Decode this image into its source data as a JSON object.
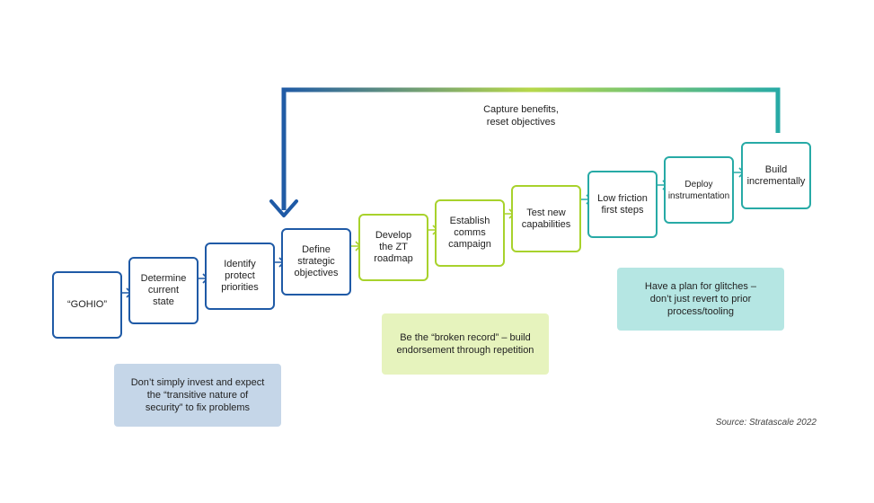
{
  "loop": {
    "label": "Capture benefits,\nreset objectives",
    "gradient": [
      "#1f5aa6",
      "#b7d84a",
      "#27aaa6"
    ]
  },
  "steps": [
    {
      "label": "“GOHIO”",
      "color": "#1f5aa6"
    },
    {
      "label": "Determine\ncurrent\nstate",
      "color": "#1f5aa6"
    },
    {
      "label": "Identify\nprotect\npriorities",
      "color": "#1f5aa6"
    },
    {
      "label": "Define\nstrategic\nobjectives",
      "color": "#1f5aa6"
    },
    {
      "label": "Develop\nthe ZT\nroadmap",
      "color": "#a8d22c"
    },
    {
      "label": "Establish\ncomms\ncampaign",
      "color": "#a8d22c"
    },
    {
      "label": "Test new\ncapabilities",
      "color": "#a8d22c"
    },
    {
      "label": "Low friction\nfirst steps",
      "color": "#27aaa6"
    },
    {
      "label": "Deploy\ninstrumentation",
      "color": "#27aaa6"
    },
    {
      "label": "Build\nincrementally",
      "color": "#27aaa6"
    }
  ],
  "notes": [
    {
      "text": "Don’t simply invest and expect\nthe “transitive nature of\nsecurity” to fix problems",
      "bg": "#c5d6e8"
    },
    {
      "text": "Be the “broken record” – build\nendorsement through repetition",
      "bg": "#e6f3bd"
    },
    {
      "text": "Have a plan for glitches –\ndon’t just revert to prior\nprocess/tooling",
      "bg": "#b5e6e3"
    }
  ],
  "source": "Source: Stratascale 2022"
}
